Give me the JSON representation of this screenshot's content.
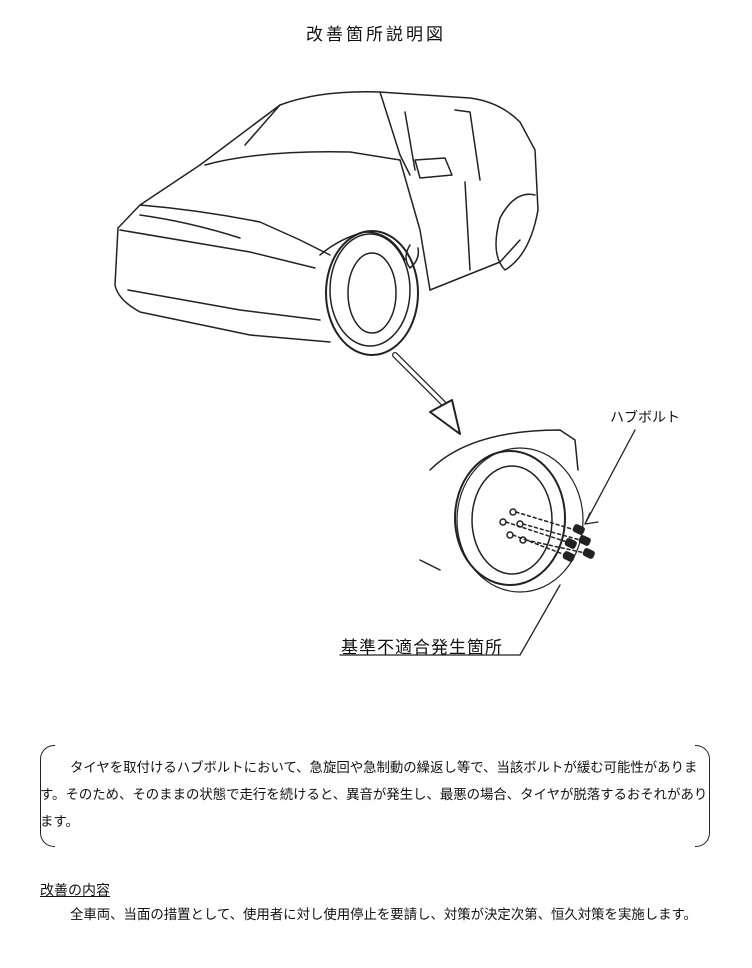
{
  "title": "改善箇所説明図",
  "labels": {
    "hub_bolt": "ハブボルト",
    "defect_location": "基準不適合発生箇所"
  },
  "description": "タイヤを取付けるハブボルトにおいて、急旋回や急制動の繰返し等で、当該ボルトが緩む可能性があります。そのため、そのままの状態で走行を続けると、異音が発生し、最悪の場合、タイヤが脱落するおそれがあります。",
  "improvement": {
    "heading": "改善の内容",
    "body": "全車両、当面の措置として、使用者に対し使用停止を要請し、対策が決定次第、恒久対策を実施します。"
  }
}
